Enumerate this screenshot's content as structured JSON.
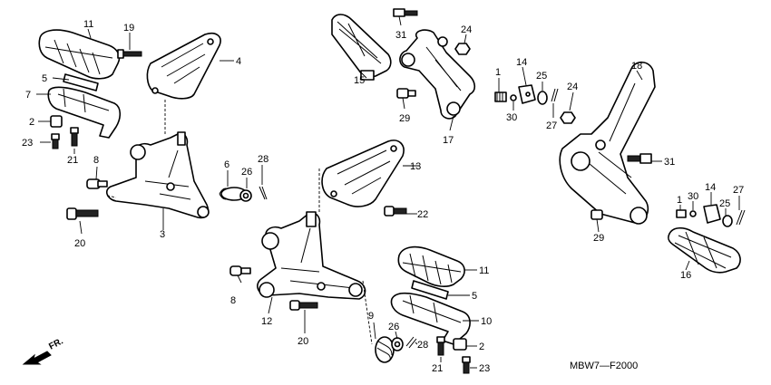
{
  "diagram_code": "MBW7—F2000",
  "direction_label": "FR.",
  "callouts": {
    "c11a": "11",
    "c19": "19",
    "c4": "4",
    "c5a": "5",
    "c7": "7",
    "c2a": "2",
    "c23a": "23",
    "c21a": "21",
    "c8a": "8",
    "c20a": "20",
    "c3": "3",
    "c6": "6",
    "c26a": "26",
    "c28a": "28",
    "c31a": "31",
    "c24a": "24",
    "c15": "15",
    "c29a": "29",
    "c17": "17",
    "c1a": "1",
    "c30a": "30",
    "c14a": "14",
    "c25a": "25",
    "c27a": "27",
    "c24b": "24",
    "c18": "18",
    "c31b": "31",
    "c13": "13",
    "c22": "22",
    "c8b": "8",
    "c12": "12",
    "c20b": "20",
    "c11b": "11",
    "c5b": "5",
    "c10": "10",
    "c9": "9",
    "c26b": "26",
    "c28b": "28",
    "c2b": "2",
    "c21b": "21",
    "c23b": "23",
    "c1b": "1",
    "c30b": "30",
    "c14b": "14",
    "c25b": "25",
    "c27b": "27",
    "c29b": "29",
    "c16": "16"
  }
}
